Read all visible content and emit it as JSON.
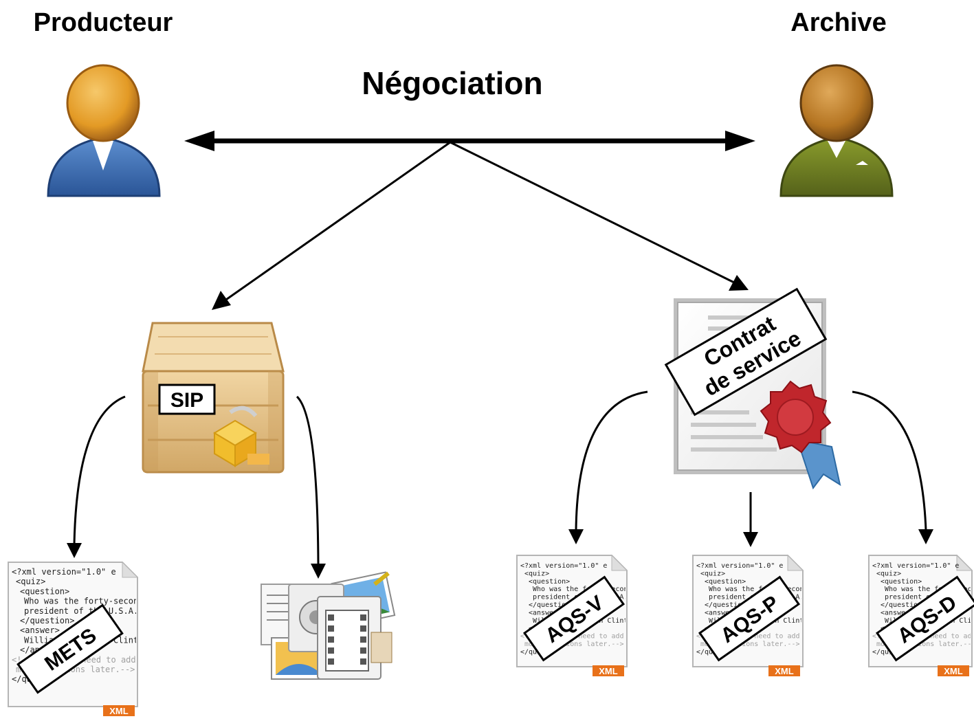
{
  "actors": {
    "producer": {
      "label": "Producteur",
      "icon": "person-blue-icon",
      "shirt_color": "#3a6cb0"
    },
    "archive": {
      "label": "Archive",
      "icon": "person-green-icon",
      "shirt_color": "#6b7a1e"
    }
  },
  "negotiation": {
    "label": "Négociation"
  },
  "sip": {
    "label": "SIP",
    "icon": "wooden-crate-icon"
  },
  "contract": {
    "line1": "Contrat",
    "line2": "de service",
    "icon": "certificate-icon",
    "seal_color": "#c0262c"
  },
  "documents": {
    "mets": {
      "label": "METS",
      "badge": "XML"
    },
    "aqs_v": {
      "label": "AQS-V",
      "badge": "XML"
    },
    "aqs_p": {
      "label": "AQS-P",
      "badge": "XML"
    },
    "aqs_d": {
      "label": "AQS-D",
      "badge": "XML"
    }
  },
  "xml_lines": [
    "<?xml version=\"1.0\" e",
    "<quiz>",
    "<question>",
    "Who was the forty-second",
    "president of the U.S.A.?",
    "</question>",
    "<answer>",
    "William Jefferson Clinton",
    "</answer>",
    "<!-- Note: We need to add",
    "more questions later.-->",
    "</quiz>"
  ],
  "media_icon": "multimedia-files-icon",
  "badge_color": "#e8711a"
}
